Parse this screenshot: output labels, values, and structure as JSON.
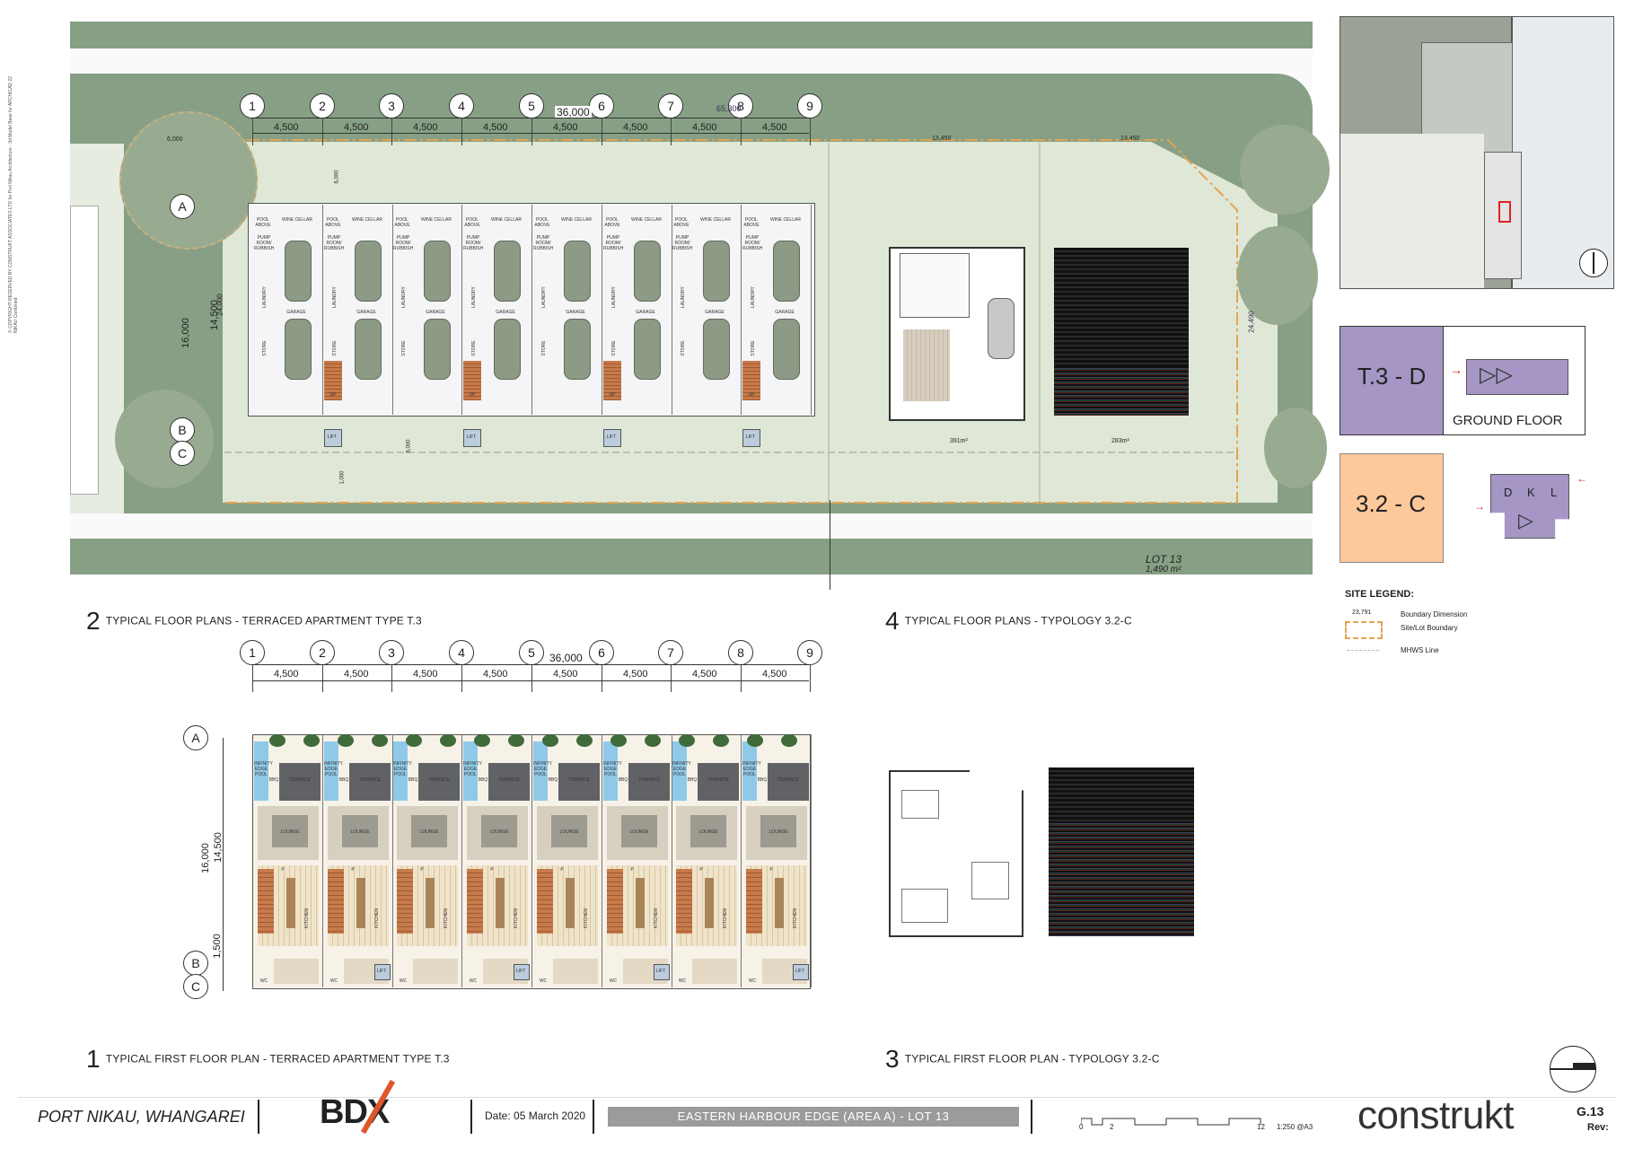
{
  "sheet": {
    "copyright": "© COPYRIGHT RESERVED BY CONSTRUKT ASSOCIATES LTD for Port Nikau Architecture - 3d Model Base for ARCHICAD 22 NIKAU Combined"
  },
  "grid": {
    "columns": [
      "1",
      "2",
      "3",
      "4",
      "5",
      "6",
      "7",
      "8",
      "9"
    ],
    "rows_top": [
      "A",
      "B",
      "C"
    ],
    "rows_bottom": [
      "A",
      "B",
      "C"
    ],
    "bay_dim": "4,500",
    "overall_dim": "36,000",
    "total_length_dim": "65,300",
    "depth_16000": "16,000",
    "depth_14500": "14,500",
    "depth_1500": "1,500",
    "depth_24000": "24,000",
    "left_dim": "6,000",
    "right_dim_1": "13,450",
    "right_dim_2": "13,450",
    "side_dim": "24,490",
    "front_dim": "6,000",
    "front_dim_2": "1,000"
  },
  "site_plan": {
    "lot_label": "LOT 13",
    "lot_area": "1,490 m²",
    "area_1": "391m²",
    "area_2": "283m²"
  },
  "room_labels": {
    "wine_cellar": "WINE CELLAR",
    "pool_above": "POOL ABOVE",
    "pump_room": "PUMP ROOM/ RUBBISH",
    "laundry": "LAUNDRY",
    "garage": "GARAGE",
    "store": "STORE",
    "up": "UP",
    "lift": "LIFT",
    "terrace": "TERRACE",
    "bbq": "BBQ",
    "infinity_pool": "INFINITY EDGE POOL",
    "lounge": "LOUNGE",
    "kitchen": "KITCHEN",
    "wc": "WC",
    "p": "P"
  },
  "titles": {
    "t2_num": "2",
    "t2_text": "TYPICAL  FLOOR PLANS - TERRACED APARTMENT TYPE T.3",
    "t4_num": "4",
    "t4_text": "TYPICAL  FLOOR PLANS - TYPOLOGY 3.2-C",
    "t1_num": "1",
    "t1_text": "TYPICAL FIRST FLOOR PLAN - TERRACED APARTMENT TYPE T.3",
    "t3_num": "3",
    "t3_text": "TYPICAL FIRST FLOOR PLAN - TYPOLOGY 3.2-C"
  },
  "legend": {
    "t3d_label": "T.3 - D",
    "ground_floor": "GROUND FLOOR",
    "c32_label": "3.2 - C",
    "dkl": [
      "D",
      "K",
      "L"
    ],
    "site_legend_title": "SITE LEGEND:",
    "boundary_value": "23,791",
    "items": [
      "Boundary Dimension",
      "Site/Lot Boundary",
      "MHWS Line"
    ]
  },
  "colors": {
    "road": "#87a085",
    "grass": "#dfe8d6",
    "purple": "#a596c5",
    "peach": "#fdc99a",
    "tree": "#98ab91",
    "boundary": "#e2a452"
  },
  "footer": {
    "project": "PORT NIKAU, WHANGAREI",
    "logo_text": "BDX",
    "date": "Date:  05 March 2020",
    "banner": "EASTERN HARBOUR EDGE (AREA A) - LOT 13",
    "scale_ticks": [
      "0",
      "2",
      "12"
    ],
    "scale": "1:250 @A3",
    "firm": "construkt",
    "sheet_no": "G.13",
    "rev": "Rev:"
  }
}
